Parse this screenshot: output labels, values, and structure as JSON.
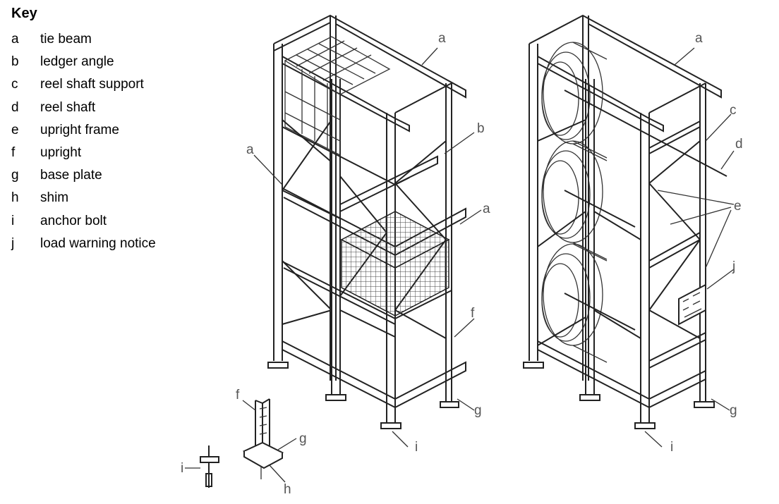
{
  "key": {
    "title": "Key",
    "items": [
      {
        "letter": "a",
        "label": "tie beam"
      },
      {
        "letter": "b",
        "label": "ledger angle"
      },
      {
        "letter": "c",
        "label": "reel shaft support"
      },
      {
        "letter": "d",
        "label": "reel shaft"
      },
      {
        "letter": "e",
        "label": "upright frame"
      },
      {
        "letter": "f",
        "label": "upright"
      },
      {
        "letter": "g",
        "label": "base plate"
      },
      {
        "letter": "h",
        "label": "shim"
      },
      {
        "letter": "i",
        "label": "anchor bolt"
      },
      {
        "letter": "j",
        "label": "load warning notice"
      }
    ]
  },
  "callouts": {
    "left_rack": {
      "a_top": "a",
      "b": "b",
      "a_left": "a",
      "a_mid": "a",
      "f": "f",
      "g": "g",
      "i": "i"
    },
    "right_rack": {
      "a_top": "a",
      "c": "c",
      "d": "d",
      "e": "e",
      "j": "j",
      "g": "g",
      "i": "i"
    },
    "detail": {
      "f": "f",
      "g": "g",
      "i": "i",
      "h": "h"
    }
  }
}
